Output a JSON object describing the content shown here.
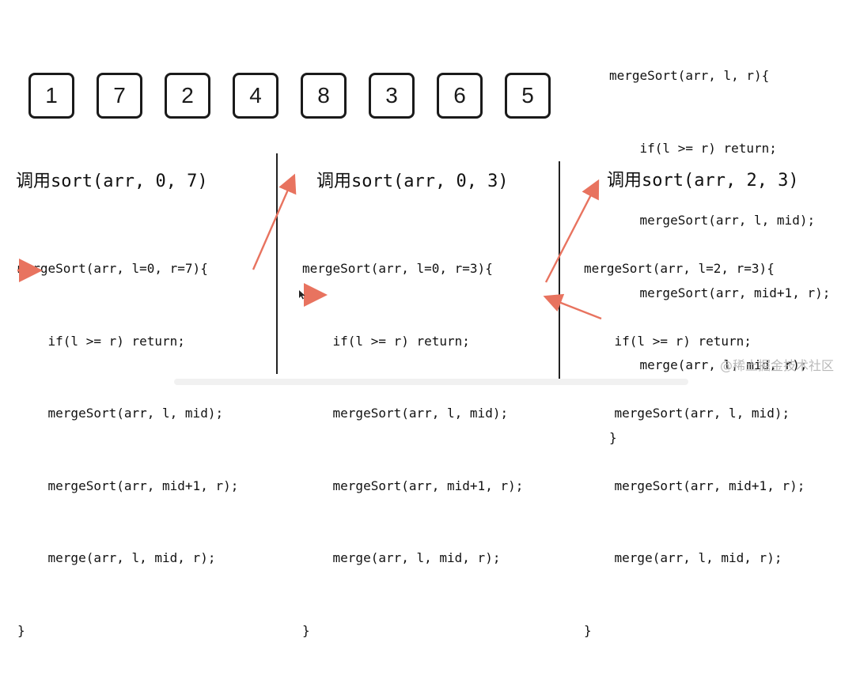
{
  "array": [
    {
      "value": "1"
    },
    {
      "value": "7"
    },
    {
      "value": "2"
    },
    {
      "value": "4"
    },
    {
      "value": "8"
    },
    {
      "value": "3"
    },
    {
      "value": "6"
    },
    {
      "value": "5"
    }
  ],
  "reference_code": [
    "mergeSort(arr, l, r){",
    "    if(l >= r) return;",
    "    mergeSort(arr, l, mid);",
    "    mergeSort(arr, mid+1, r);",
    "    merge(arr, l, mid, r);",
    "}"
  ],
  "panels": [
    {
      "title": "调用sort(arr, 0, 7)",
      "lines": [
        "mergeSort(arr, l=0, r=7){",
        "    if(l >= r) return;",
        "    mergeSort(arr, l, mid);",
        "    mergeSort(arr, mid+1, r);",
        "    merge(arr, l, mid, r);",
        "}"
      ]
    },
    {
      "title": "调用sort(arr, 0, 3)",
      "lines": [
        "mergeSort(arr, l=0, r=3){",
        "    if(l >= r) return;",
        "    mergeSort(arr, l, mid);",
        "    mergeSort(arr, mid+1, r);",
        "    merge(arr, l, mid, r);",
        "}"
      ]
    },
    {
      "title": "调用sort(arr, 2, 3)",
      "lines": [
        "mergeSort(arr, l=2, r=3){",
        "    if(l >= r) return;",
        "    mergeSort(arr, l, mid);",
        "    mergeSort(arr, mid+1, r);",
        "    merge(arr, l, mid, r);",
        "}"
      ]
    }
  ],
  "watermark": "@稀土掘金技术社区",
  "colors": {
    "arrow": "#e8735f",
    "text": "#111111",
    "box_border": "#1a1a1a",
    "divider": "#222222",
    "watermark": "#b9b9b9"
  }
}
